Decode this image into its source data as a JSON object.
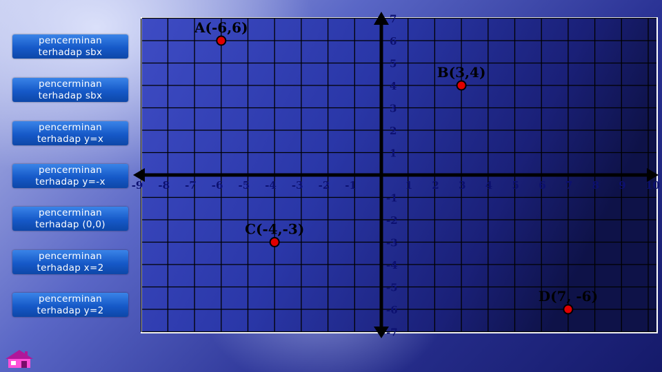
{
  "menu": [
    {
      "line1": "pencerminan",
      "line2": "terhadap sbx"
    },
    {
      "line1": "pencerminan",
      "line2": "terhadap sbx"
    },
    {
      "line1": "pencerminan",
      "line2": "terhadap y=x"
    },
    {
      "line1": "pencerminan",
      "line2": "terhadap y=-x"
    },
    {
      "line1": "pencerminan",
      "line2": "terhadap (0,0)"
    },
    {
      "line1": "pencerminan",
      "line2": "terhadap x=2"
    },
    {
      "line1": "pencerminan",
      "line2": "terhadap y=2"
    }
  ],
  "home_icon": "house-icon",
  "colors": {
    "grid_bg_light": "#3a48c0",
    "grid_bg_dark": "#0f1450",
    "point_fill": "#e00000",
    "button": "#1b63d6",
    "axis": "#000000"
  },
  "graph": {
    "x_range": [
      -9,
      10
    ],
    "y_range": [
      -7,
      7
    ],
    "x_tick_labels": [
      "-9",
      "-8",
      "-7",
      "-6",
      "-5",
      "-4",
      "-3",
      "-2",
      "-1",
      "1",
      "2",
      "3",
      "4",
      "5",
      "6",
      "7",
      "8",
      "9",
      "10"
    ],
    "y_tick_labels": [
      "7",
      "6",
      "5",
      "4",
      "3",
      "2",
      "1",
      "-1",
      "-2",
      "-3",
      "-4",
      "-5",
      "-6",
      "-7"
    ],
    "points": [
      {
        "label": "A(-6,6)",
        "x": -6,
        "y": 6
      },
      {
        "label": "B(3,4)",
        "x": 3,
        "y": 4
      },
      {
        "label": "C(-4,-3)",
        "x": -4,
        "y": -3
      },
      {
        "label": "D(7, -6)",
        "x": 7,
        "y": -6
      }
    ]
  }
}
